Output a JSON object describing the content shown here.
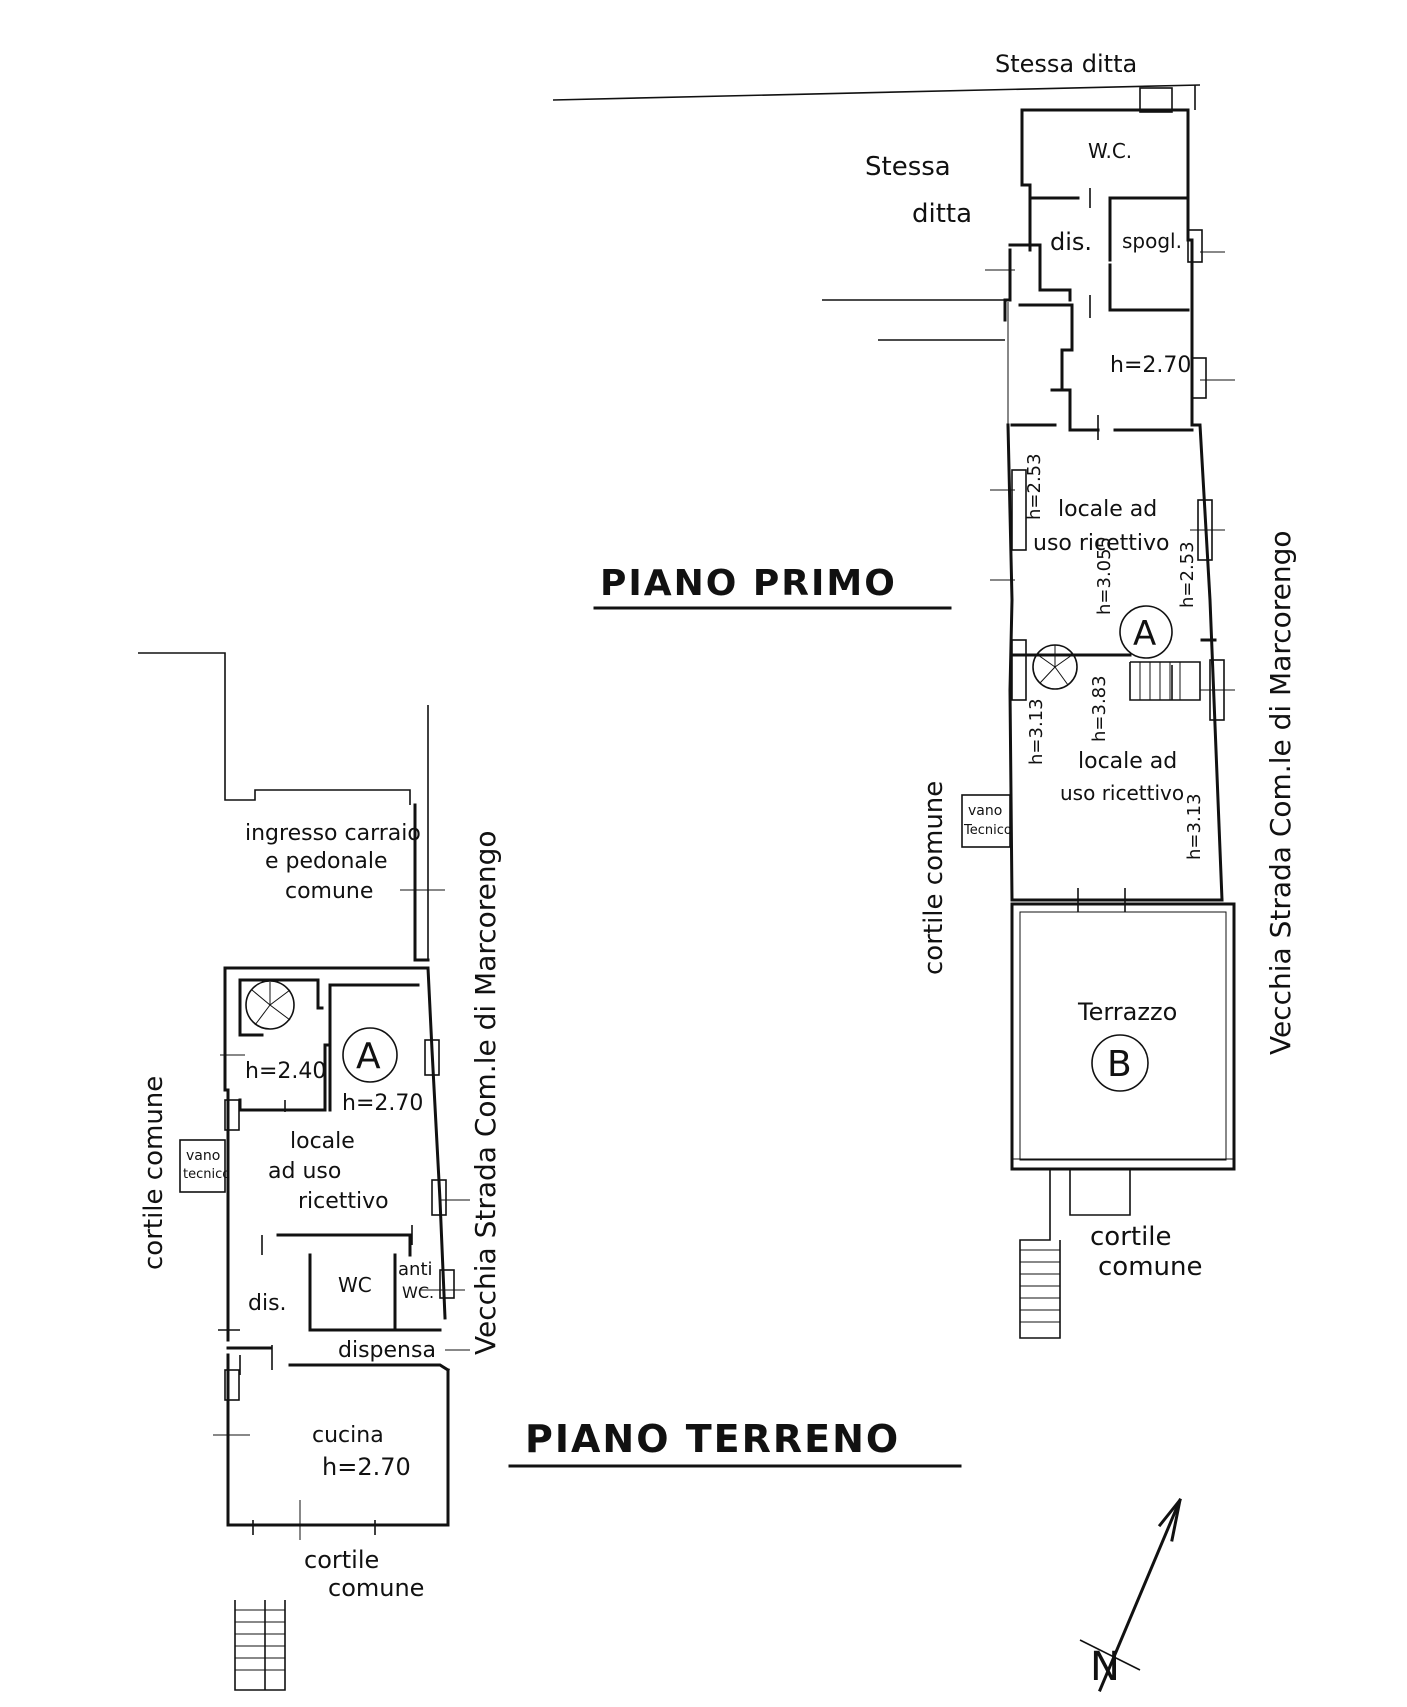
{
  "upper_floor": {
    "title": "PIANO PRIMO",
    "labels": {
      "stessa_ditta_top": "Stessa ditta",
      "stessa_ditta_side_1": "Stessa",
      "stessa_ditta_side_2": "ditta",
      "wc": "W.C.",
      "dis": "dis.",
      "spogl": "spogl.",
      "h_270": "h=2.70",
      "h_253_left": "h=2.53",
      "room1_line1": "locale ad",
      "room1_line2": "uso ricettivo",
      "h_3055": "h=3.055",
      "h_253_right": "h=2.53",
      "unit_a": "A",
      "h_313_left": "h=3.13",
      "h_383": "h=3.83",
      "room2_line1": "locale ad",
      "room2_line2": "uso ricettivo",
      "h_313_right": "h=3.13",
      "vano_line1": "vano",
      "vano_line2": "Tecnico",
      "cortile_comune_vertical": "cortile comune",
      "street": "Vecchia Strada Com.le di Marcorengo",
      "terrazzo": "Terrazzo",
      "unit_b": "B",
      "cortile_line1": "cortile",
      "cortile_line2": "comune"
    }
  },
  "ground_floor": {
    "title": "PIANO TERRENO",
    "labels": {
      "ingresso_line1": "ingresso carraio",
      "ingresso_line2": "e pedonale",
      "ingresso_line3": "comune",
      "street": "Vecchia Strada Com.le di Marcorengo",
      "h_240": "h=2.40",
      "unit_a": "A",
      "h_270": "h=2.70",
      "room_line1": "locale",
      "room_line2": "ad uso",
      "room_line3": "ricettivo",
      "vano_line1": "vano",
      "vano_line2": "tecnico",
      "cortile_comune_vertical": "cortile comune",
      "wc": "WC",
      "anti_line1": "anti",
      "anti_line2": "WC.",
      "dis": "dis.",
      "dispensa": "dispensa",
      "cucina": "cucina",
      "h_kitchen": "h=2.70",
      "cortile_line1": "cortile",
      "cortile_line2": "comune"
    }
  },
  "north_arrow": {
    "label": "N"
  }
}
